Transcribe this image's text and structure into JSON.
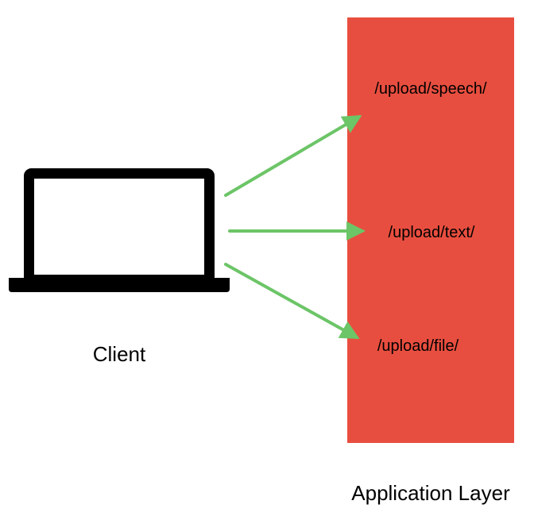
{
  "client": {
    "label": "Client",
    "icon": "laptop-icon"
  },
  "application_layer": {
    "label": "Application Layer",
    "color": "#E84E3F",
    "endpoints": [
      "/upload/speech/",
      "/upload/text/",
      "/upload/file/"
    ]
  },
  "arrow_color": "#6CC567"
}
